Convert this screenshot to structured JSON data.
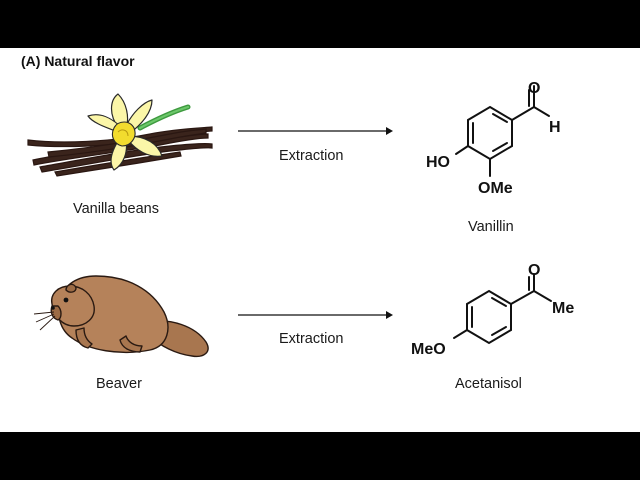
{
  "panel_title": "(A) Natural flavor",
  "rows": [
    {
      "source_label": "Vanilla beans",
      "arrow_label": "Extraction",
      "product_label": "Vanillin",
      "atoms": {
        "oxygen": "O",
        "hydrogen": "H",
        "hydroxy": "HO",
        "methoxy": "OMe"
      }
    },
    {
      "source_label": "Beaver",
      "arrow_label": "Extraction",
      "product_label": "Acetanisol",
      "atoms": {
        "oxygen": "O",
        "methyl": "Me",
        "methoxy": "MeO"
      }
    }
  ],
  "colors": {
    "frame": "#000000",
    "panel": "#ffffff",
    "ink": "#111111",
    "flower": "#fbf6a8",
    "flower_center": "#f2dc2e",
    "stem": "#4caf50",
    "bean": "#3a241c",
    "beaver_fur": "#b5825a",
    "beaver_outline": "#2a1a12"
  }
}
